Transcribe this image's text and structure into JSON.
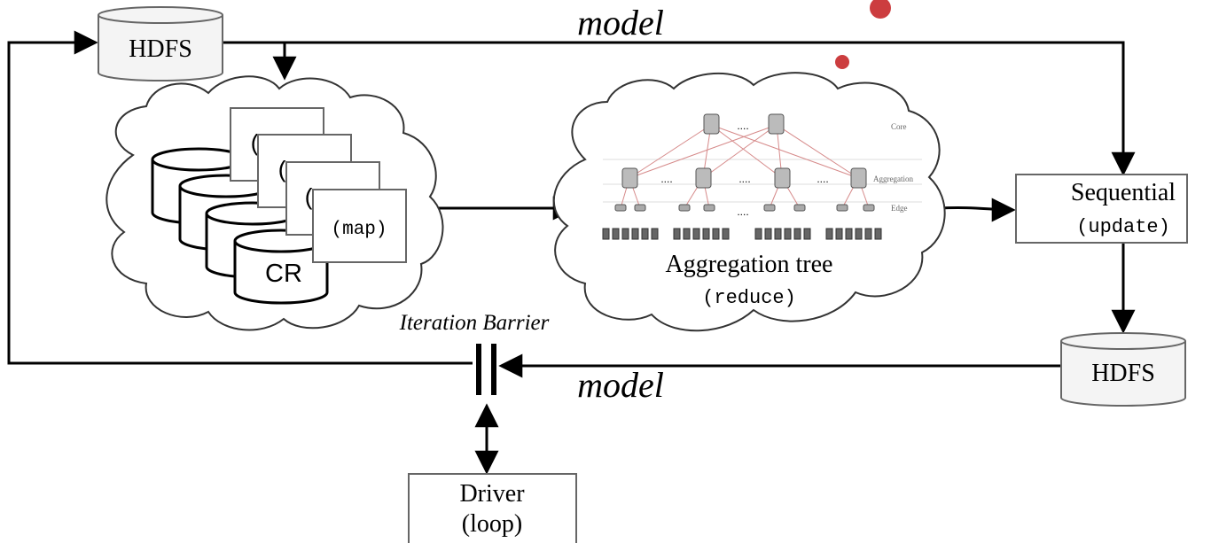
{
  "top_storage": {
    "label": "HDFS"
  },
  "bottom_storage": {
    "label": "HDFS"
  },
  "edge_labels": {
    "top_model": "model",
    "bottom_model": "model"
  },
  "barrier": {
    "label": "Iteration Barrier"
  },
  "map_stage": {
    "cache_label": "CR",
    "card_fragments": [
      "(",
      "(",
      "("
    ],
    "front_card_label": "(map)"
  },
  "aggregation": {
    "title": "Aggregation tree",
    "subtitle": "(reduce)",
    "layer_labels": {
      "core": "Core",
      "aggregation": "Aggregation",
      "edge": "Edge"
    },
    "ellipsis": "...."
  },
  "sequential": {
    "title": "Sequential",
    "subtitle": "(update)"
  },
  "driver": {
    "title": "Driver",
    "subtitle": "(loop)"
  },
  "colors": {
    "stroke": "#000000",
    "box_stroke": "#666666",
    "cylinder_fill": "#f4f4f4",
    "network_line": "#d68a8a",
    "accent_dot": "#c6282a"
  }
}
